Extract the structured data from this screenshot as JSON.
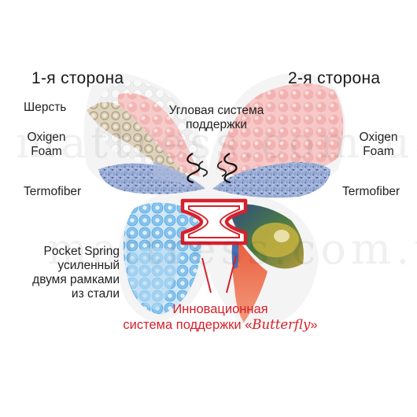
{
  "headers": {
    "side_1": "1-я  сторона",
    "side_2": "2-я  сторона"
  },
  "left_labels": {
    "wool": "Шерсть",
    "oxigen_line1": "Oxigen",
    "oxigen_line2": "Foam",
    "termofiber": "Termofiber",
    "pocket_line1": "Pocket Spring",
    "pocket_line2": "усиленный",
    "pocket_line3": "двумя  рамками",
    "pocket_line4": "из  стали"
  },
  "right_labels": {
    "oxigen_line1": "Oxigen",
    "oxigen_line2": "Foam",
    "termofiber": "Termofiber"
  },
  "center_label": {
    "line1": "Угловая  система",
    "line2": "поддержки"
  },
  "innovation": {
    "line1": "Инновационная",
    "line2_prefix": "система  поддержки  «",
    "brand": "Butterfly",
    "line2_suffix": "»"
  },
  "watermark": "mattress.com.ua",
  "colors": {
    "pink_foam": "#f5c3c2",
    "blue_fiber": "#7d94c3",
    "springs": "#8fc8ef",
    "red_frame": "#d6212b",
    "label_red": "#d6212b"
  }
}
